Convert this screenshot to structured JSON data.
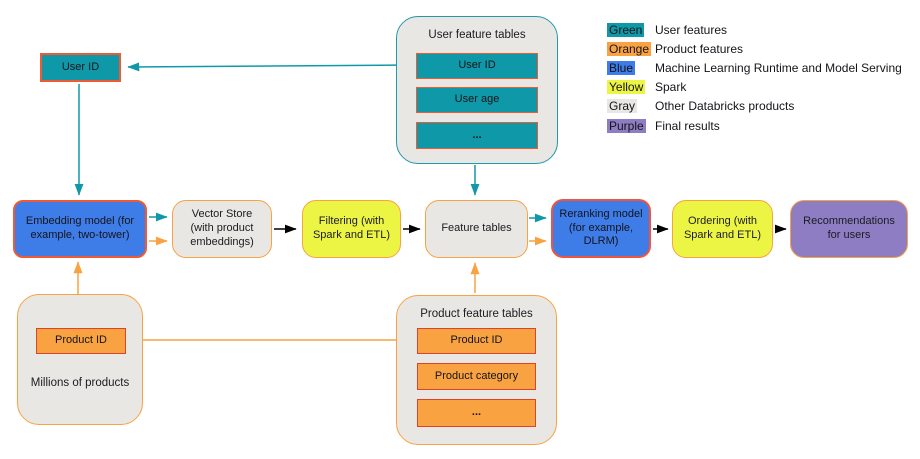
{
  "top": {
    "user_id": "User ID"
  },
  "user_feature_tables": {
    "title": "User feature tables",
    "rows": [
      "User ID",
      "User age",
      "..."
    ]
  },
  "pipeline": {
    "embedding": "Embedding model (for example, two-tower)",
    "vector_store": "Vector Store (with product embeddings)",
    "filtering": "Filtering (with Spark and ETL)",
    "feature_tables": "Feature tables",
    "reranking": "Reranking model (for example, DLRM)",
    "ordering": "Ordering (with Spark and ETL)",
    "recommendations": "Recommendations for users"
  },
  "millions": {
    "product_id": "Product ID",
    "caption": "Millions of products"
  },
  "product_feature_tables": {
    "title": "Product feature tables",
    "rows": [
      "Product ID",
      "Product category",
      "..."
    ]
  },
  "legend": [
    {
      "swatch": "Green",
      "color": "#0f99a8",
      "label": "User features"
    },
    {
      "swatch": "Orange",
      "color": "#f9a242",
      "label": "Product features"
    },
    {
      "swatch": "Blue",
      "color": "#3e7de8",
      "label": "Machine Learning Runtime and Model Serving"
    },
    {
      "swatch": "Yellow",
      "color": "#edf544",
      "label": "Spark"
    },
    {
      "swatch": "Gray",
      "color": "#e9e7e3",
      "label": "Other Databricks products"
    },
    {
      "swatch": "Purple",
      "color": "#8f7dc3",
      "label": "Final results"
    }
  ],
  "colors": {
    "teal": "#0f99a8",
    "orange": "#f9a242",
    "blue": "#3e7de8",
    "yellow": "#edf544",
    "gray": "#e9e7e3",
    "purple": "#8f7dc3",
    "coral_border": "#ee5a31",
    "red_border": "#dd4327",
    "black_arrow": "#000000"
  }
}
